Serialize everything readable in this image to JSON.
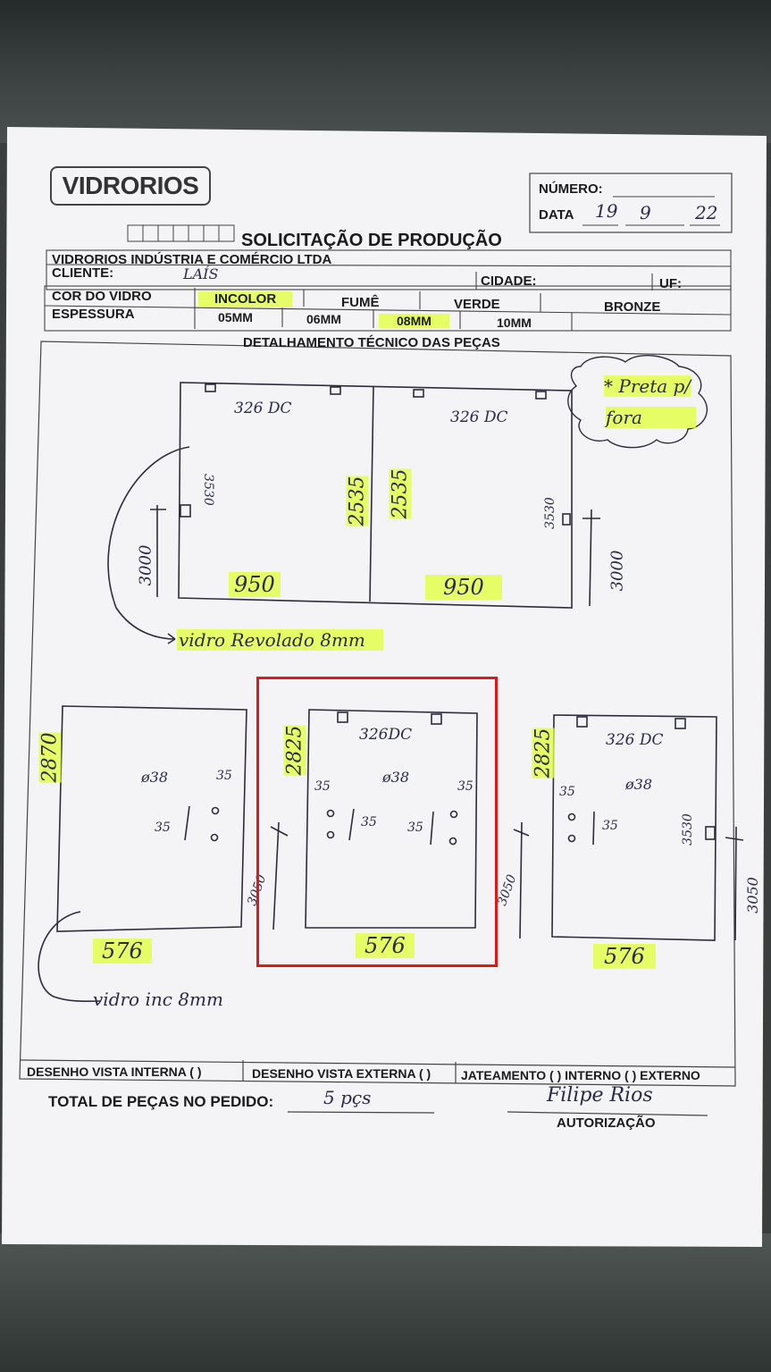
{
  "header": {
    "logo": "VIDRORIOS",
    "numero_label": "NÚMERO:",
    "data_label": "DATA",
    "data_day": "19",
    "data_month": "9",
    "data_year": "22",
    "title": "SOLICITAÇÃO DE PRODUÇÃO",
    "company": "VIDRORIOS INDÚSTRIA E COMÉRCIO LTDA",
    "cliente_label": "CLIENTE:",
    "cliente_value": "LAÍS",
    "cidade_label": "CIDADE:",
    "uf_label": "UF:"
  },
  "specs": {
    "cor_label": "COR DO VIDRO",
    "cores": [
      "INCOLOR",
      "FUMÊ",
      "VERDE",
      "BRONZE"
    ],
    "espessura_label": "ESPESSURA",
    "espessuras": [
      "05MM",
      "06MM",
      "08MM",
      "10MM"
    ],
    "selected_color": "INCOLOR",
    "selected_thickness": "08MM"
  },
  "detail": {
    "title": "DETALHAMENTO TÉCNICO DAS PEÇAS",
    "note_line1": "* Preta p/",
    "note_line2": "fora",
    "top_panels": {
      "left": {
        "code": "326 DC",
        "height": "2535",
        "width": "950",
        "hinge": "3530",
        "side": "3000"
      },
      "right": {
        "code": "326 DC",
        "height": "2535",
        "width": "950",
        "hinge": "3530",
        "side": "3000"
      }
    },
    "top_note": "vidro Revolado 8mm",
    "bottom_panels": {
      "left": {
        "height": "2870",
        "width": "576",
        "hole": "ø38",
        "d1": "35",
        "d2": "35"
      },
      "middle": {
        "code": "326DC",
        "height": "2825",
        "width": "576",
        "hole": "ø38",
        "d1": "35",
        "d2": "35",
        "d3": "35",
        "d4": "35",
        "side": "3050"
      },
      "right": {
        "code": "326 DC",
        "height": "2825",
        "width": "576",
        "hole": "ø38",
        "d1": "35",
        "d2": "35",
        "hinge": "3530",
        "side": "3050"
      }
    },
    "bottom_note": "vidro inc 8mm"
  },
  "footer": {
    "vista_interna": "DESENHO VISTA INTERNA ( )",
    "vista_externa": "DESENHO VISTA EXTERNA ( )",
    "jateamento": "JATEAMENTO ( ) INTERNO ( ) EXTERNO",
    "total_label": "TOTAL DE PEÇAS NO PEDIDO:",
    "total_value": "5 pçs",
    "signature": "Filipe Rios",
    "autorizacao": "AUTORIZAÇÃO"
  },
  "colors": {
    "highlight": "#e2ff3c",
    "annotation_box": "#e01818"
  }
}
